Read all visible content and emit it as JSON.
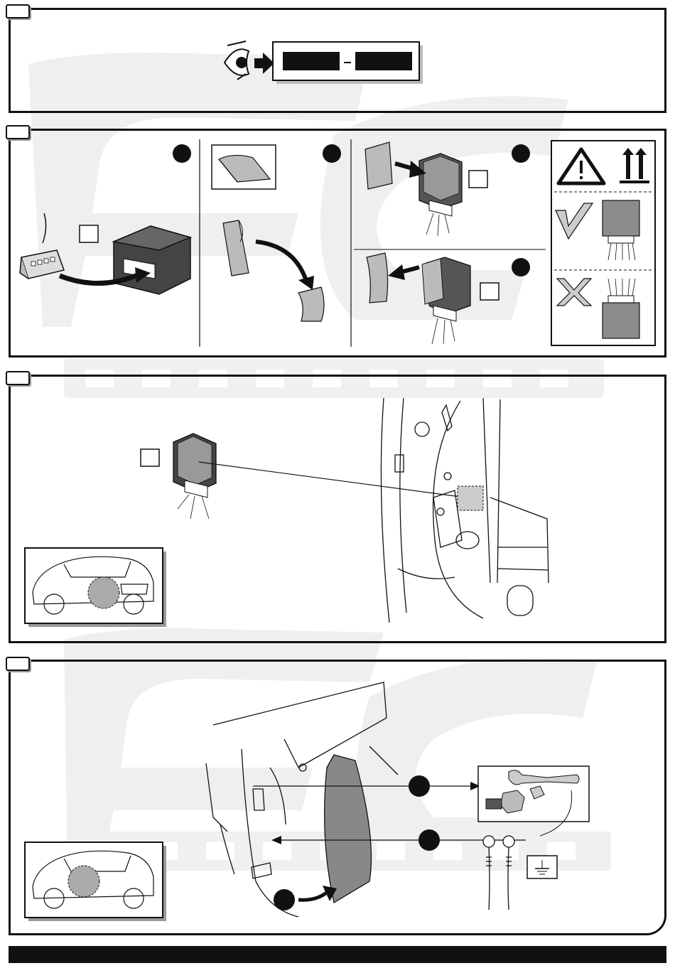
{
  "document": {
    "panels": [
      {
        "id": "step-1",
        "tab_label": ""
      },
      {
        "id": "step-2",
        "tab_label": ""
      },
      {
        "id": "step-3",
        "tab_label": ""
      },
      {
        "id": "step-4",
        "tab_label": ""
      }
    ]
  },
  "colors": {
    "ink": "#111111",
    "module_gray": "#777777",
    "module_fill": "#8c8c8c",
    "watermark": "#eeeeee",
    "footer": "#111111"
  },
  "icons": [
    "eye-icon",
    "arrow-icon",
    "warning-icon",
    "this-way-up-icon",
    "check-icon",
    "cross-icon",
    "ground-icon",
    "ratchet-icon",
    "bolt-icon"
  ]
}
